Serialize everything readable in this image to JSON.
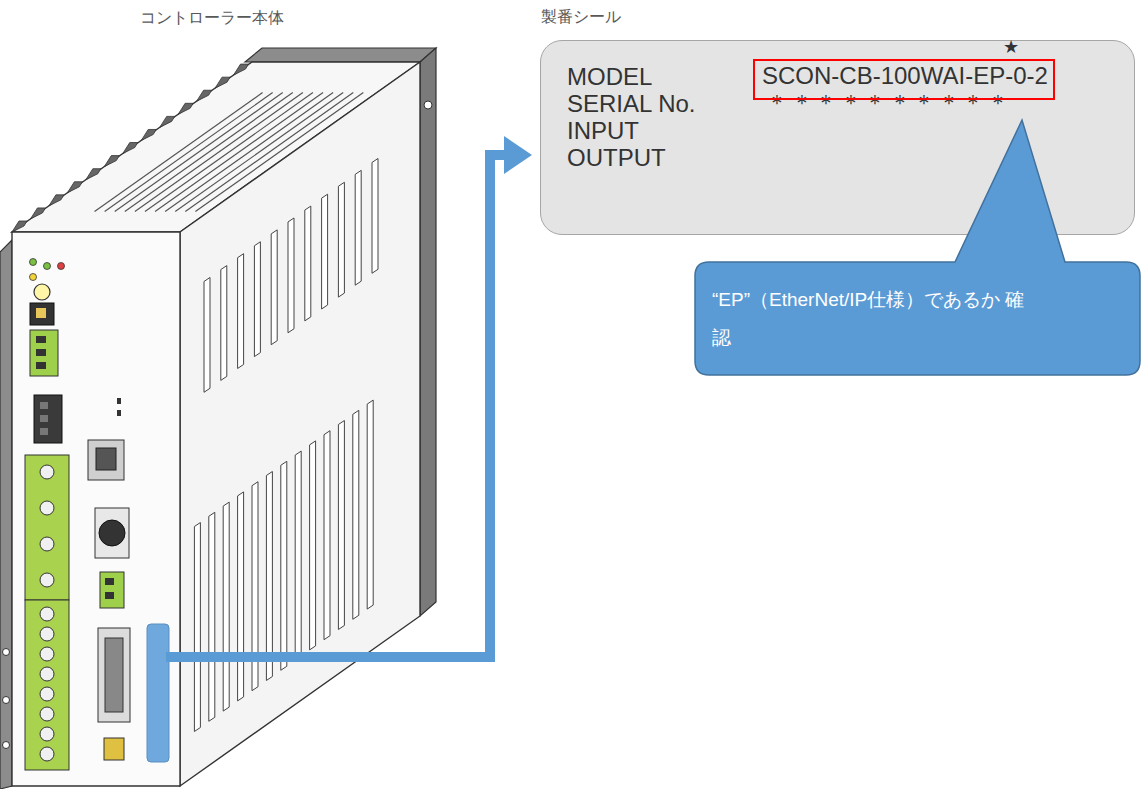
{
  "diagram": {
    "nodes": [
      {
        "text": [
          "製番シール",
          "MODEL",
          "SERIAL No.",
          "INPUT",
          "OUTPUT",
          "＊＊＊＊＊＊＊＊＊＊"
        ]
      },
      {
        "text": [
          "SCON-CB-100WAI-EP-0-2"
        ],
        "in": 0
      },
      {
        "text": [
          "“EP”（EtherNet/IP仕様）であるか 確認"
        ]
      }
    ],
    "labels": [
      "コントローラー本体",
      "★"
    ]
  }
}
